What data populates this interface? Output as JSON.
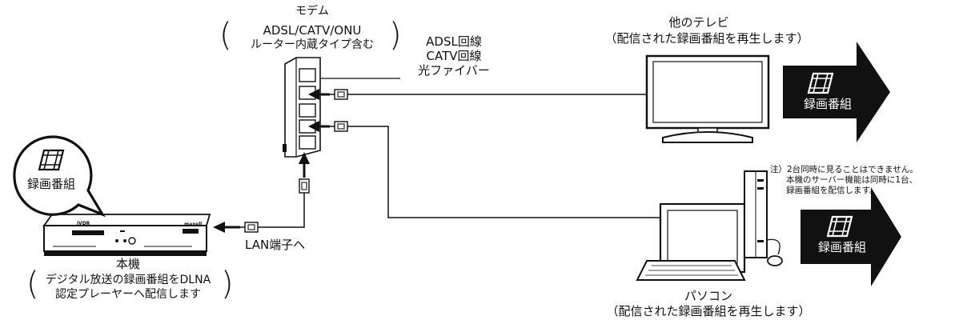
{
  "labels": {
    "modem_title": "モデム",
    "modem_line1": "ADSL/CATV/ONU",
    "modem_line2": "ルーター内蔵タイプ含む",
    "lines_1": "ADSL回線",
    "lines_2": "CATV回線",
    "lines_3": "光ファイバー",
    "tv_title": "他のテレビ",
    "tv_sub": "（配信された録画番組を再生します）",
    "pc_title": "パソコン",
    "pc_sub": "（配信された録画番組を再生します）",
    "note_1": "注）2台同時に見ることはできません。",
    "note_2": "本機のサーバー機能は同時に1台、",
    "note_3": "録画番組を配信します。",
    "lan": "LAN端子へ",
    "recorder_title": "本機",
    "recorder_line1": "デジタル放送の録画番組をDLNA",
    "recorder_line2": "認定プレーヤーへ配信します",
    "recording_label": "録画番組",
    "brand_left": "iVDR",
    "brand_right": "maxell"
  },
  "icons": [
    "film-icon",
    "arrow-icon",
    "lan-plug-icon",
    "speech-bubble"
  ],
  "colors": {
    "ink": "#111111",
    "bg": "#ffffff"
  }
}
